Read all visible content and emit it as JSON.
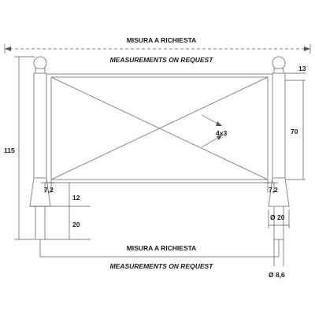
{
  "labels": {
    "top_it": "MISURA A RICHIESTA",
    "top_en": "MEASUREMENTS ON REQUEST",
    "bottom_it": "MISURA A RICHIESTA",
    "bottom_en": "MEASUREMENTS ON REQUEST"
  },
  "dimensions": {
    "total_height": "115",
    "top_offset": "13",
    "panel_height": "70",
    "post_width_left": "7,2",
    "post_width_right": "7,2",
    "base_height": "12",
    "footing_height": "20",
    "bar_spec": "4x3",
    "base_diameter": "Ø 20",
    "pin_diameter": "Ø 8,6"
  }
}
